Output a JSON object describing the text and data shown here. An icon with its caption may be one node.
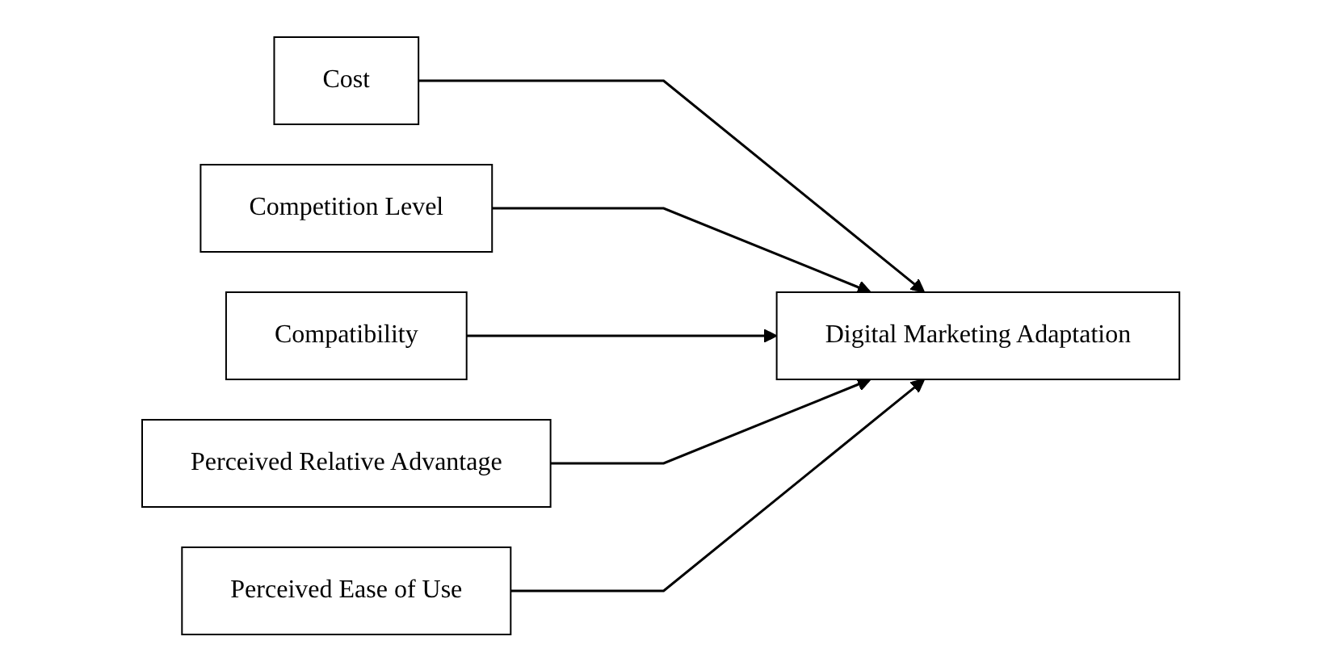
{
  "diagram": {
    "nodes": [
      {
        "text": [
          "Cost"
        ]
      },
      {
        "text": [
          "Competition Level"
        ]
      },
      {
        "text": [
          "Compatibility"
        ]
      },
      {
        "text": [
          "Perceived Relative Advantage"
        ]
      },
      {
        "text": [
          "Perceived Ease of Use"
        ]
      },
      {
        "text": [
          "Digital Marketing Adaptation"
        ]
      }
    ],
    "edges": [
      {
        "from": 0,
        "to": 5,
        "arrow": "to"
      },
      {
        "from": 1,
        "to": 5,
        "arrow": "to"
      },
      {
        "from": 2,
        "to": 5,
        "arrow": "to"
      },
      {
        "from": 3,
        "to": 5,
        "arrow": "to"
      },
      {
        "from": 4,
        "to": 5,
        "arrow": "to"
      }
    ]
  }
}
